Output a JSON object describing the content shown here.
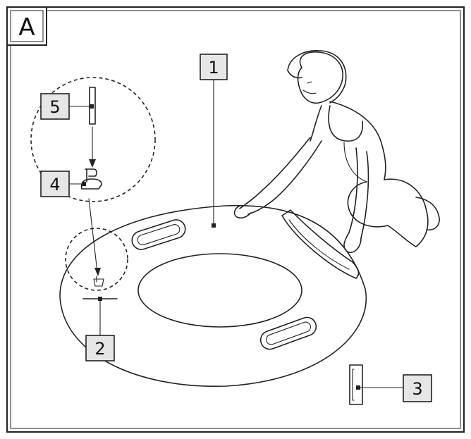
{
  "panel": {
    "letter": "A"
  },
  "callouts": [
    {
      "id": "1",
      "label": "1",
      "part": "inflatable-ring"
    },
    {
      "id": "2",
      "label": "2",
      "part": "valve-base"
    },
    {
      "id": "3",
      "label": "3",
      "part": "repair-patch"
    },
    {
      "id": "4",
      "label": "4",
      "part": "valve-plug"
    },
    {
      "id": "5",
      "label": "5",
      "part": "valve-stopper"
    }
  ],
  "colors": {
    "line": "#222222",
    "box_fill": "#e6e6e6",
    "background": "#ffffff"
  }
}
